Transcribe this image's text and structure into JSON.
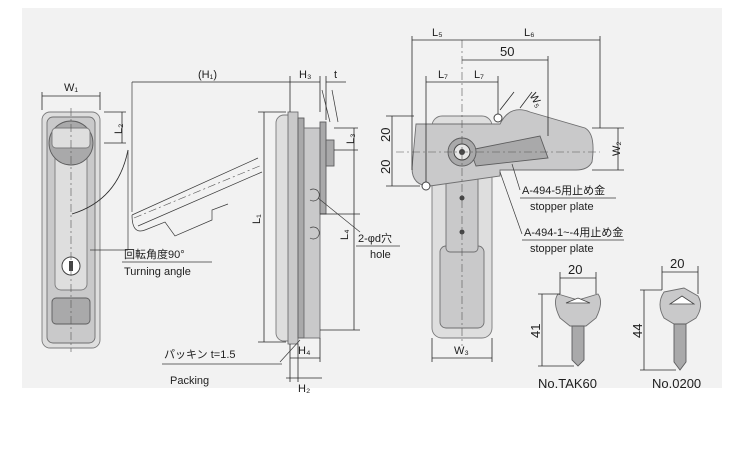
{
  "colors": {
    "part_fill": "#c9c9ca",
    "part_outline": "#6f6f70",
    "background": "#f2f2f2",
    "line": "#2a2a2a"
  },
  "front_view": {
    "w1": "W₁",
    "l2": "L₂",
    "turning_angle_jp": "回転角度90°",
    "turning_angle_en": "Turning angle"
  },
  "side_view": {
    "h1": "(H₁)",
    "h3": "H₃",
    "t": "t",
    "l1": "L₁",
    "l3": "L₃",
    "l4": "L₄",
    "hole_jp": "2-φd穴",
    "hole_en": "hole",
    "h4": "H₄",
    "h2": "H₂",
    "packing_jp": "パッキン t=1.5",
    "packing_en": "Packing"
  },
  "rear_view": {
    "l5": "L₅",
    "l6": "L₆",
    "fifty": "50",
    "l7_left": "L₇",
    "l7_right": "L₇",
    "w5": "W₅",
    "twenty_upper": "20",
    "twenty_lower": "20",
    "w2": "W₂",
    "stopper_a_code": "A-494-5用止め金",
    "stopper_a_en": "stopper plate",
    "stopper_b_code": "A-494-1~-4用止め金",
    "stopper_b_en": "stopper plate",
    "w3": "W₃"
  },
  "keys": [
    {
      "width": "20",
      "height": "41",
      "name": "No.TAK60"
    },
    {
      "width": "20",
      "height": "44",
      "name": "No.0200"
    }
  ]
}
